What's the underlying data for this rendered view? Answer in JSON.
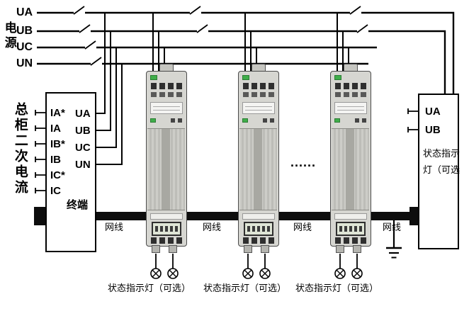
{
  "diagram": {
    "power_source": {
      "label": "电源",
      "phases": [
        "UA",
        "UB",
        "UC",
        "UN"
      ]
    },
    "terminal_box": {
      "side_label": "总柜二次电流",
      "current_terminals": [
        "IA*",
        "IA",
        "IB*",
        "IB",
        "IC*",
        "IC"
      ],
      "voltage_terminals": [
        "UA",
        "UB",
        "UC",
        "UN"
      ],
      "name": "终端"
    },
    "rail": {
      "cable_label": "网线"
    },
    "devices": {
      "ellipsis": "......"
    },
    "indicator": {
      "label": "状态指示灯（可选）"
    },
    "right_box": {
      "voltage_terminals": [
        "UA",
        "UB"
      ],
      "status_line1": "状态指示",
      "status_line2": "灯（可选"
    }
  }
}
